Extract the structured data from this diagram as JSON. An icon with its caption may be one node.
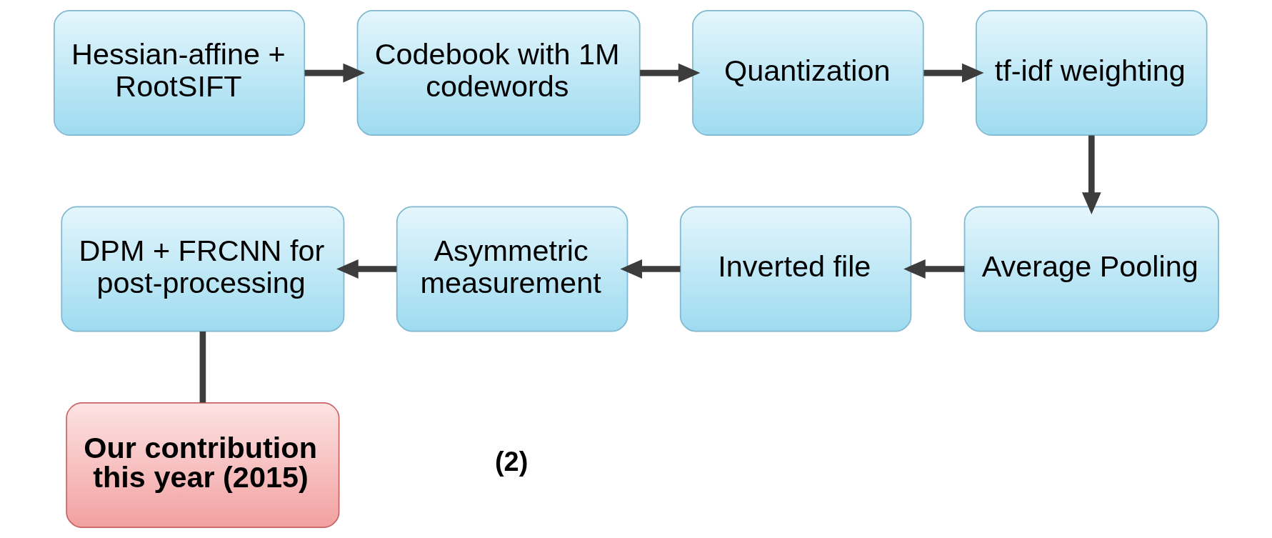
{
  "diagram": {
    "nodes": [
      {
        "text": [
          "Hessian-affine + RootSIFT"
        ]
      },
      {
        "text": [
          "Codebook with 1M codewords"
        ]
      },
      {
        "text": [
          "Quantization"
        ]
      },
      {
        "text": [
          "tf-idf weighting"
        ]
      },
      {
        "text": [
          "Average Pooling"
        ]
      },
      {
        "text": [
          "Inverted file"
        ]
      },
      {
        "text": [
          "Asymmetric measurement"
        ]
      },
      {
        "text": [
          "DPM + FRCNN for post-processing"
        ]
      },
      {
        "text": [
          "Our contribution this year (2015)"
        ]
      }
    ],
    "edges": [
      {
        "from": 0,
        "to": 1,
        "arrow": "to"
      },
      {
        "from": 1,
        "to": 2,
        "arrow": "to"
      },
      {
        "from": 2,
        "to": 3,
        "arrow": "to"
      },
      {
        "from": 3,
        "to": 4,
        "arrow": "to"
      },
      {
        "from": 4,
        "to": 5,
        "arrow": "to"
      },
      {
        "from": 5,
        "to": 6,
        "arrow": "to"
      },
      {
        "from": 6,
        "to": 7,
        "arrow": "to"
      },
      {
        "from": 8,
        "to": 7,
        "arrow": "none"
      }
    ],
    "labels": [
      "(2)"
    ]
  }
}
